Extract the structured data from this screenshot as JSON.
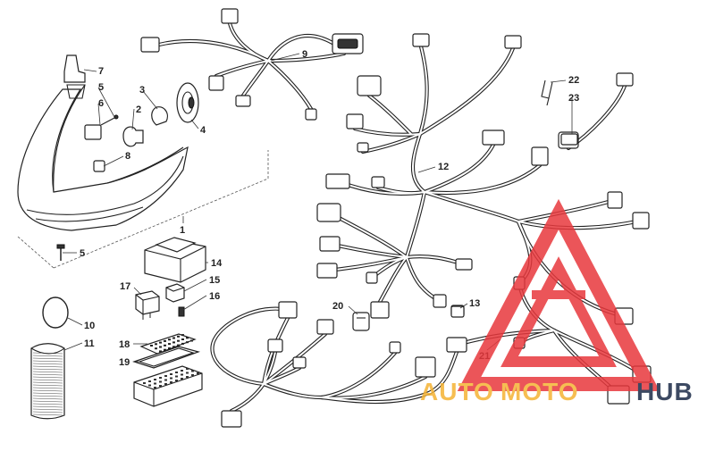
{
  "diagram": {
    "callouts": [
      {
        "id": "1",
        "label": "1"
      },
      {
        "id": "2",
        "label": "2"
      },
      {
        "id": "3",
        "label": "3"
      },
      {
        "id": "4",
        "label": "4"
      },
      {
        "id": "5a",
        "label": "5"
      },
      {
        "id": "5b",
        "label": "5"
      },
      {
        "id": "6",
        "label": "6"
      },
      {
        "id": "7",
        "label": "7"
      },
      {
        "id": "8",
        "label": "8"
      },
      {
        "id": "9",
        "label": "9"
      },
      {
        "id": "10",
        "label": "10"
      },
      {
        "id": "11",
        "label": "11"
      },
      {
        "id": "12",
        "label": "12"
      },
      {
        "id": "13",
        "label": "13"
      },
      {
        "id": "14",
        "label": "14"
      },
      {
        "id": "15",
        "label": "15"
      },
      {
        "id": "16",
        "label": "16"
      },
      {
        "id": "17",
        "label": "17"
      },
      {
        "id": "18",
        "label": "18"
      },
      {
        "id": "19",
        "label": "19"
      },
      {
        "id": "20",
        "label": "20"
      },
      {
        "id": "21",
        "label": "21"
      },
      {
        "id": "22",
        "label": "22"
      },
      {
        "id": "23",
        "label": "23"
      }
    ]
  },
  "watermark": {
    "text_auto": "AUTO",
    "text_moto": "MOTO",
    "text_hub": "HUB",
    "color_primary": "#e8383d",
    "color_secondary": "#f5b335",
    "color_dark": "#1b2a47"
  }
}
